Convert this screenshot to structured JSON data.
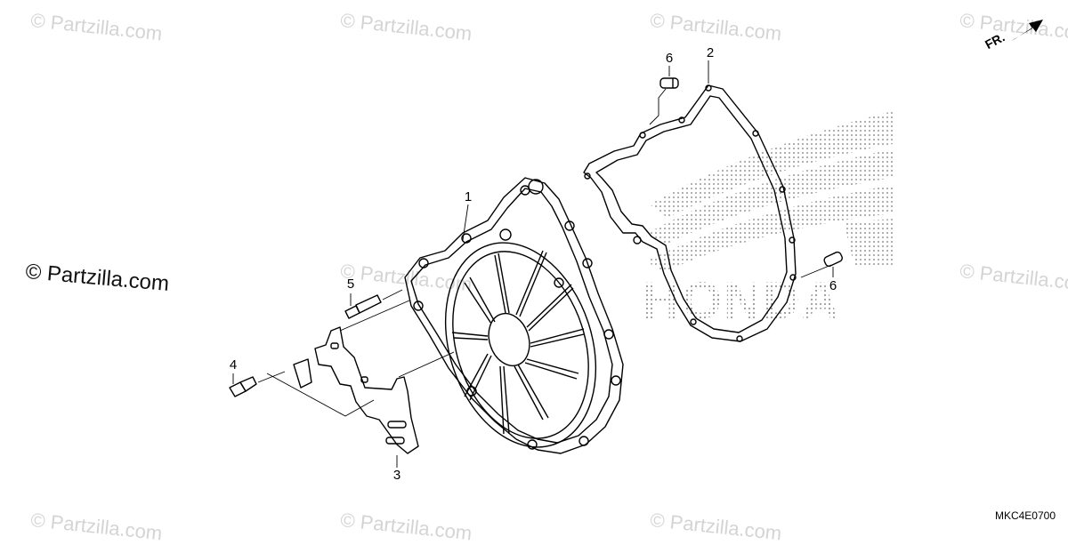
{
  "watermarks": {
    "main": "© Partzilla.com",
    "faint": "© Partzilla.com"
  },
  "brand_watermark": {
    "text": "HONDA"
  },
  "direction_marker": {
    "label": "FR."
  },
  "diagram_code": "MKC4E0700",
  "callouts": [
    {
      "id": "1",
      "label": "1"
    },
    {
      "id": "2",
      "label": "2"
    },
    {
      "id": "3",
      "label": "3"
    },
    {
      "id": "4",
      "label": "4"
    },
    {
      "id": "5",
      "label": "5"
    },
    {
      "id": "6a",
      "label": "6"
    },
    {
      "id": "6b",
      "label": "6"
    }
  ],
  "colors": {
    "line": "#000000",
    "watermark": "#d4d4d4",
    "brand_dots": "#9a9a9a"
  }
}
